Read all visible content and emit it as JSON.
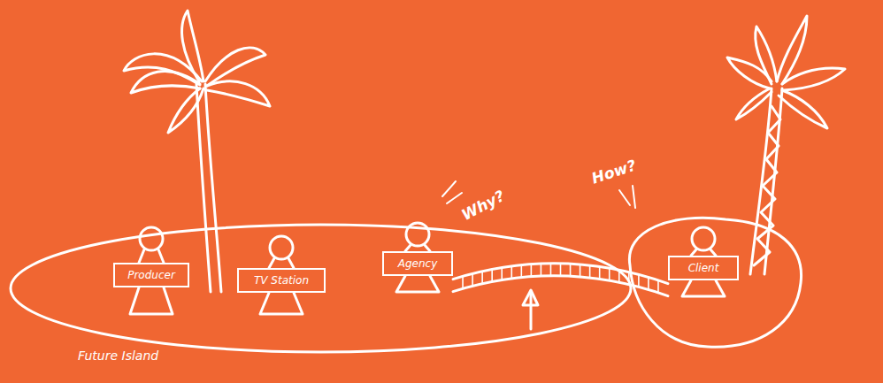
{
  "diagram": {
    "nodes": [
      {
        "text": [
          "Future Island"
        ]
      },
      {
        "text": [
          "Producer"
        ],
        "in": 0
      },
      {
        "text": [
          "TV Station"
        ],
        "in": 0
      },
      {
        "text": [
          "Agency"
        ],
        "in": 0
      },
      {
        "text": [
          "Client"
        ]
      }
    ],
    "edges": [
      {
        "from": 3,
        "to": 4,
        "arrow": "none"
      }
    ],
    "labels": [
      "Why?",
      "How?"
    ]
  }
}
